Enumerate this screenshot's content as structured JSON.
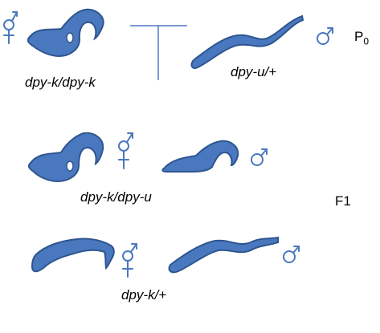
{
  "p0": {
    "genotype_left": "dpy-k/dpy-k",
    "genotype_right": "dpy-u/+",
    "generation_label": "P",
    "generation_sub": "0"
  },
  "f1": {
    "genotype_top": "dpy-k/dpy-u",
    "generation_label": "F1",
    "genotype_bottom": "dpy-k/+"
  },
  "colors": {
    "worm_fill": "#4a78bf",
    "worm_stroke": "#2e5590",
    "symbol": "#4a78bf"
  },
  "icons": [
    "hermaphrodite-symbol-icon",
    "male-symbol-icon",
    "dumpy-worm-icon",
    "wild-type-worm-icon",
    "cross-symbol-icon"
  ]
}
